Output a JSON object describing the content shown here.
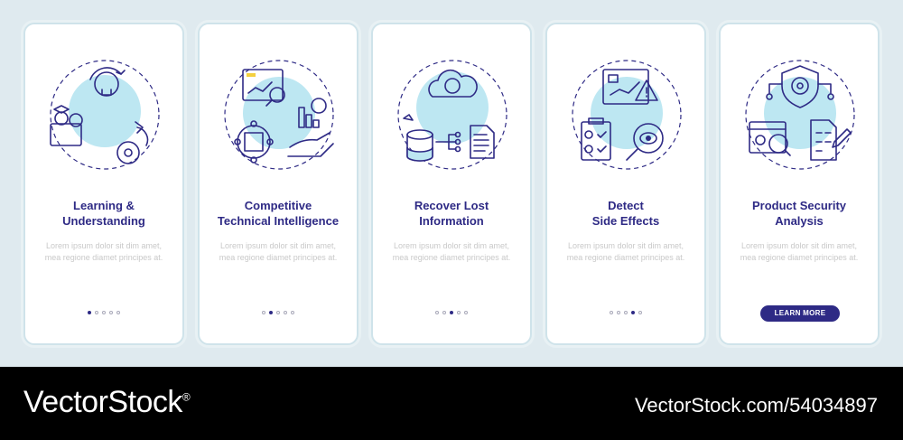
{
  "screens": [
    {
      "title": "Learning &\nUnderstanding",
      "body": "Lorem ipsum dolor sit dim amet, mea regione diamet principes at.",
      "active_dot": 0
    },
    {
      "title": "Competitive\nTechnical Intelligence",
      "body": "Lorem ipsum dolor sit dim amet, mea regione diamet principes at.",
      "active_dot": 1
    },
    {
      "title": "Recover Lost\nInformation",
      "body": "Lorem ipsum dolor sit dim amet, mea regione diamet principes at.",
      "active_dot": 2
    },
    {
      "title": "Detect\nSide Effects",
      "body": "Lorem ipsum dolor sit dim amet, mea regione diamet principes at.",
      "active_dot": 3
    },
    {
      "title": "Product Security\nAnalysis",
      "body": "Lorem ipsum dolor sit dim amet, mea regione diamet principes at.",
      "button": "LEARN MORE"
    }
  ],
  "footer": {
    "brand": "VectorStock",
    "registered_mark": "®",
    "stock_id": "VectorStock.com/54034897"
  },
  "colors": {
    "accent": "#2e2a85",
    "circle": "#bde7f2",
    "yellow": "#f4d03f",
    "background": "#dfeaef"
  }
}
